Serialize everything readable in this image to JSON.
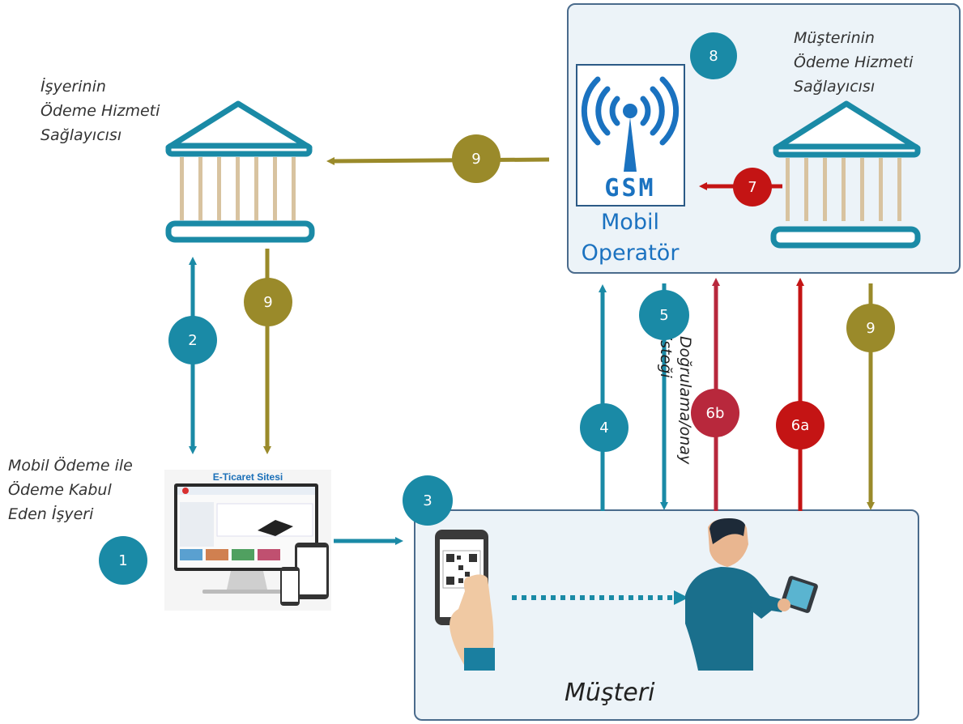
{
  "labels": {
    "merchant_psp": [
      "İşyerinin",
      "Ödeme Hizmeti",
      "Sağlayıcısı"
    ],
    "customer_psp": [
      "Müşterinin",
      "Ödeme Hizmeti",
      "Sağlayıcısı"
    ],
    "merchant": [
      "Mobil Ödeme ile",
      "Ödeme Kabul",
      "Eden İşyeri"
    ],
    "mobile_operator": [
      "Mobil",
      "Operatör"
    ],
    "gsm_logo": "GSM",
    "customer": "Müşteri",
    "verification": [
      "Doğrulama/onay",
      "isteği"
    ],
    "ecommerce_site": "E-Ticaret Sitesi"
  },
  "steps": [
    "1",
    "2",
    "3",
    "4",
    "5",
    "6a",
    "6b",
    "7",
    "8",
    "9",
    "9",
    "9"
  ],
  "colors": {
    "teal": "#1a8aa6",
    "olive": "#9a8a2a",
    "red": "#c41414",
    "dark_red": "#b8283c",
    "box_border": "#4a6b8c",
    "box_fill": "#ecf3f8"
  }
}
